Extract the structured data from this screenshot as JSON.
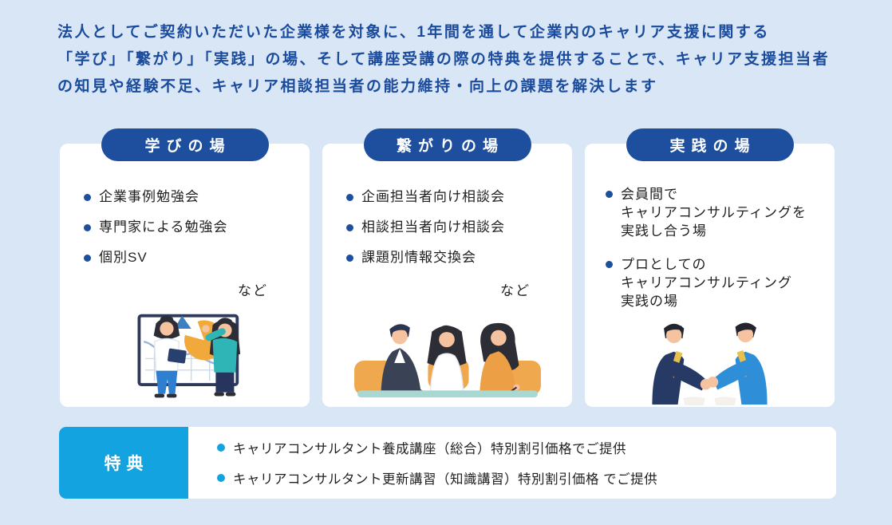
{
  "intro": {
    "lines": [
      "法人としてご契約いただいた企業様を対象に、1年間を通して企業内のキャリア支援に関する",
      "「学び」「繋がり」「実践」の場、そして講座受講の際の特典を提供することで、キャリア支援担当者",
      "の知見や経験不足、キャリア相談担当者の能力維持・向上の課題を解決します"
    ]
  },
  "cards": [
    {
      "title": "学びの場",
      "items": [
        "企業事例勉強会",
        "専門家による勉強会",
        "個別SV"
      ],
      "etc": "など",
      "illustration": "two-presenters-whiteboard-charts"
    },
    {
      "title": "繋がりの場",
      "items": [
        "企画担当者向け相談会",
        "相談担当者向け相談会",
        "課題別情報交換会"
      ],
      "etc": "など",
      "illustration": "three-people-table-meeting"
    },
    {
      "title": "実践の場",
      "items_multiline": [
        [
          "会員間で",
          "キャリアコンサルティングを",
          "実践し合う場"
        ],
        [
          "プロとしての",
          "キャリアコンサルティング",
          "実践の場"
        ]
      ],
      "illustration": "businessmen-handshake"
    }
  ],
  "benefits": {
    "label": "特典",
    "items": [
      "キャリアコンサルタント養成講座（総合）特別割引価格でご提供",
      "キャリアコンサルタント更新講習（知識講習）特別割引価格 でご提供"
    ]
  },
  "colors": {
    "background": "#d9e6f5",
    "card_white": "#ffffff",
    "primary_blue": "#1d4f9e",
    "headline_blue": "#1a4b9d",
    "accent_cyan": "#14a3e1",
    "body_text": "#1f1f1f",
    "illustration_orange": "#f0a84e",
    "illustration_teal": "#2fb5b5",
    "illustration_navy": "#2e3a59",
    "illustration_skin": "#f6c3a0"
  }
}
